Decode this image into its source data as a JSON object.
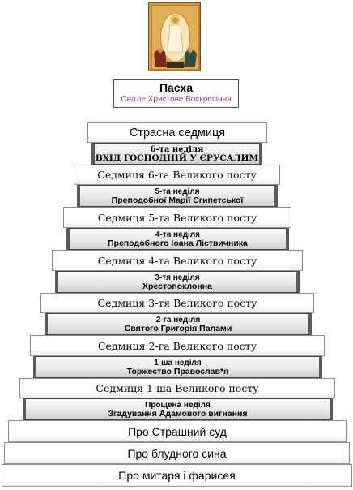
{
  "header": {
    "title": "Пасха",
    "subtitle": "Світле Христове Воскресіння"
  },
  "steps": [
    {
      "kind": "white",
      "label": "Страсна седмиця"
    },
    {
      "kind": "gray",
      "line1": "6-та неділя",
      "line2": "ВХІД ГОСПОДНІЙ У ЄРУСАЛИМ"
    },
    {
      "kind": "white",
      "label": "Седмиця 6-та Великого посту"
    },
    {
      "kind": "gray",
      "line1": "5-та неділя",
      "line2": "Преподобної  Марії Єгипетської"
    },
    {
      "kind": "white",
      "label": "Седмиця 5-та Великого посту"
    },
    {
      "kind": "gray",
      "line1": "4-та неділя",
      "line2": "Преподобного Іоана Ліствичника"
    },
    {
      "kind": "white",
      "label": "Седмиця 4-та Великого посту"
    },
    {
      "kind": "gray",
      "line1": "3-тя неділя",
      "line2": "Хрестопоклонна"
    },
    {
      "kind": "white",
      "label": "Седмиця 3-тя Великого посту"
    },
    {
      "kind": "gray",
      "line1": "2-га неділя",
      "line2": "Святого Григорія Палами"
    },
    {
      "kind": "white",
      "label": "Седмиця 2-га Великого посту"
    },
    {
      "kind": "gray",
      "line1": "1-ша неділя",
      "line2": "Торжество Православ*я"
    },
    {
      "kind": "white",
      "label": "Седмиця 1-ша Великого посту"
    },
    {
      "kind": "gray",
      "line1": "Прощена неділя",
      "line2": "Згадування Адамового вигнання"
    },
    {
      "kind": "white",
      "label": "Про Страшний суд"
    },
    {
      "kind": "white",
      "label": "Про блудного сина"
    },
    {
      "kind": "white",
      "label": "Про митаря і фарисея"
    }
  ]
}
